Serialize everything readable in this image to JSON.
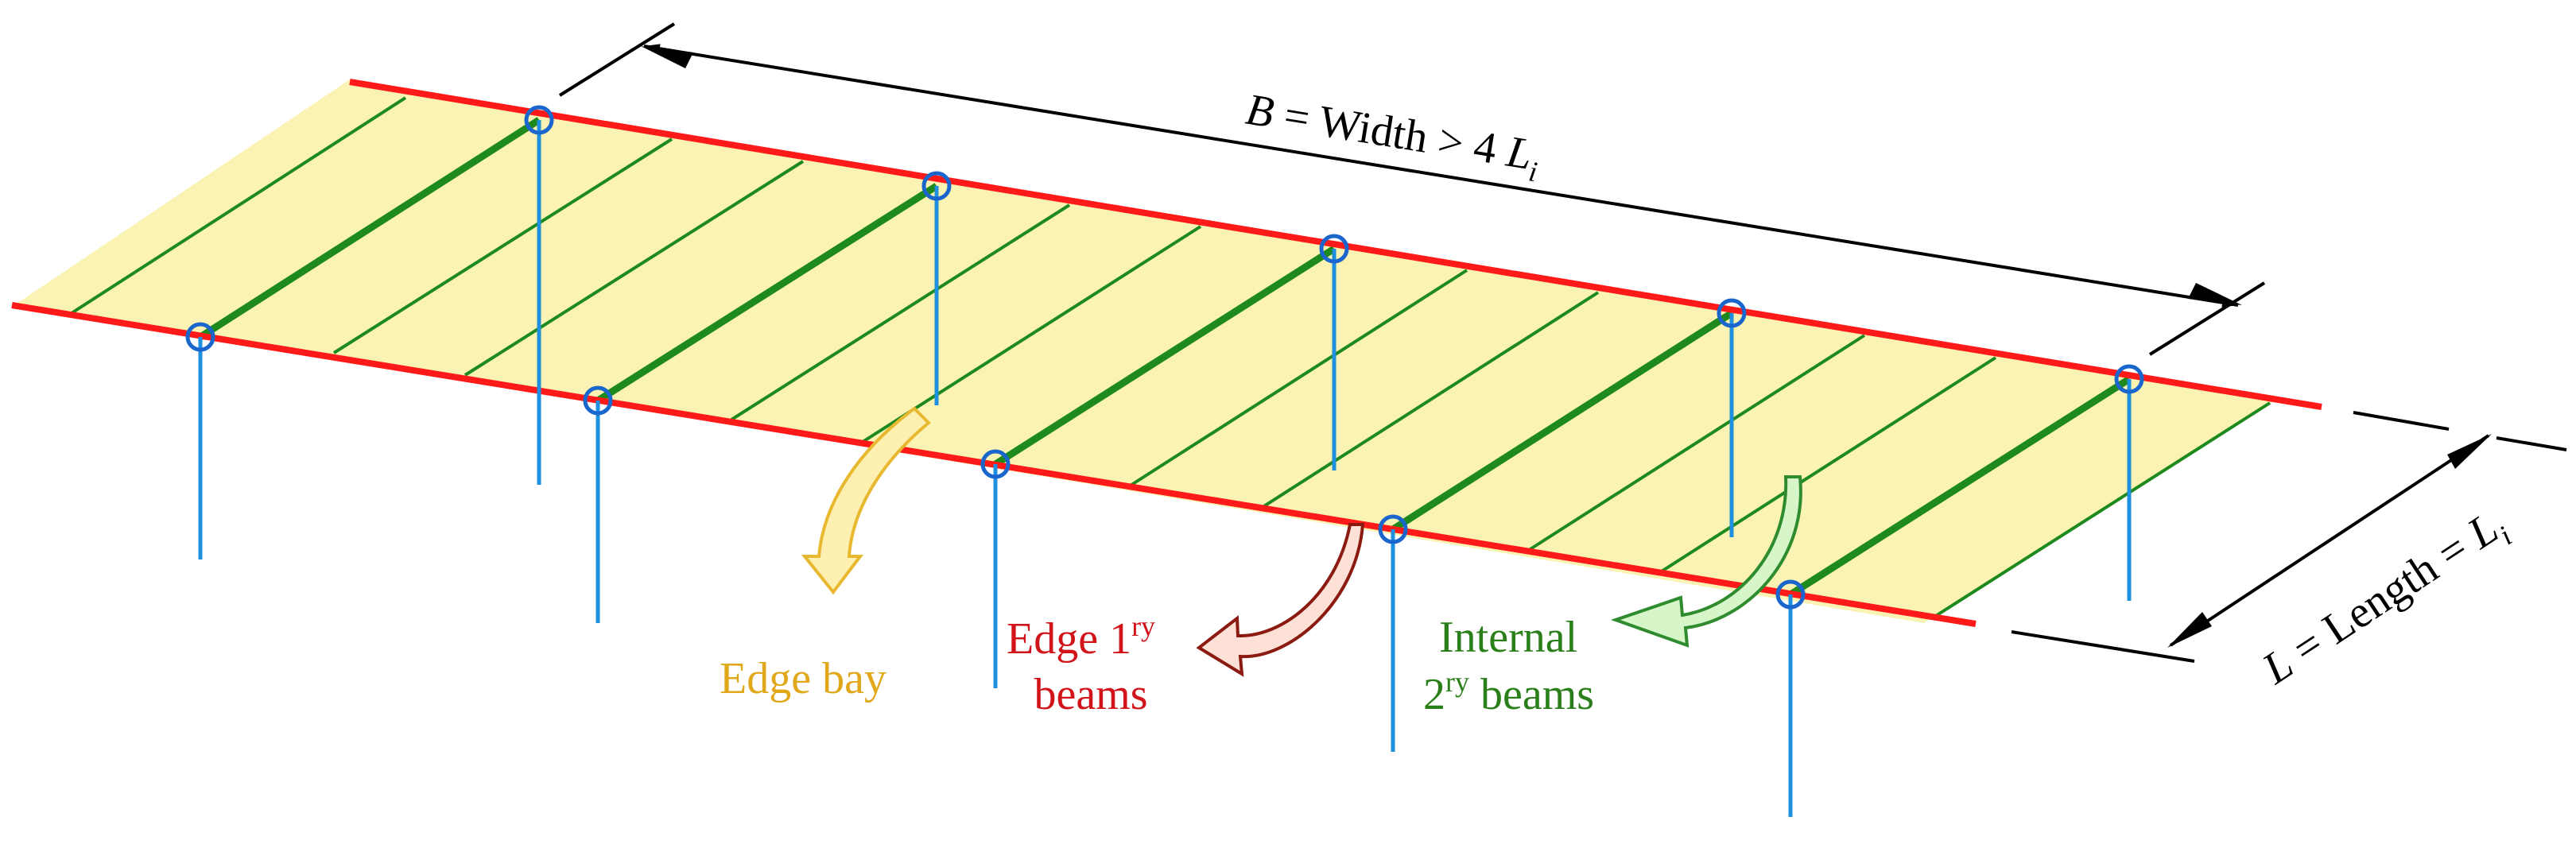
{
  "diagram": {
    "width_label": {
      "var": "B",
      "text": " = Width > 4 ",
      "var2": "L",
      "sub": "i"
    },
    "length_label": {
      "var": "L",
      "text": " = Length = ",
      "var2": "L",
      "sub": "i"
    },
    "edge_bay_label": "Edge bay",
    "edge_primary_label": {
      "line1": "Edge 1",
      "sup": "ry",
      "line2": "beams"
    },
    "internal_secondary_label": {
      "line1": "Internal",
      "line2": "2",
      "sup": "ry",
      "line2b": " beams"
    },
    "colors": {
      "edge_beam": "#ff1a1a",
      "slab_fill": "#fbf3b3",
      "secondary_beam": "#1e8a1e",
      "column": "#1f8fe0",
      "column_node": "#1a66cc",
      "edge_bay_arrow": "#e8b830",
      "edge_primary_arrow": "#8b1a10",
      "internal_arrow": "#2e8b2e",
      "edge_bay_text": "#e0a81a",
      "edge_primary_text": "#d0141a",
      "internal_text": "#2a7f1a",
      "dimension": "#000000"
    }
  }
}
